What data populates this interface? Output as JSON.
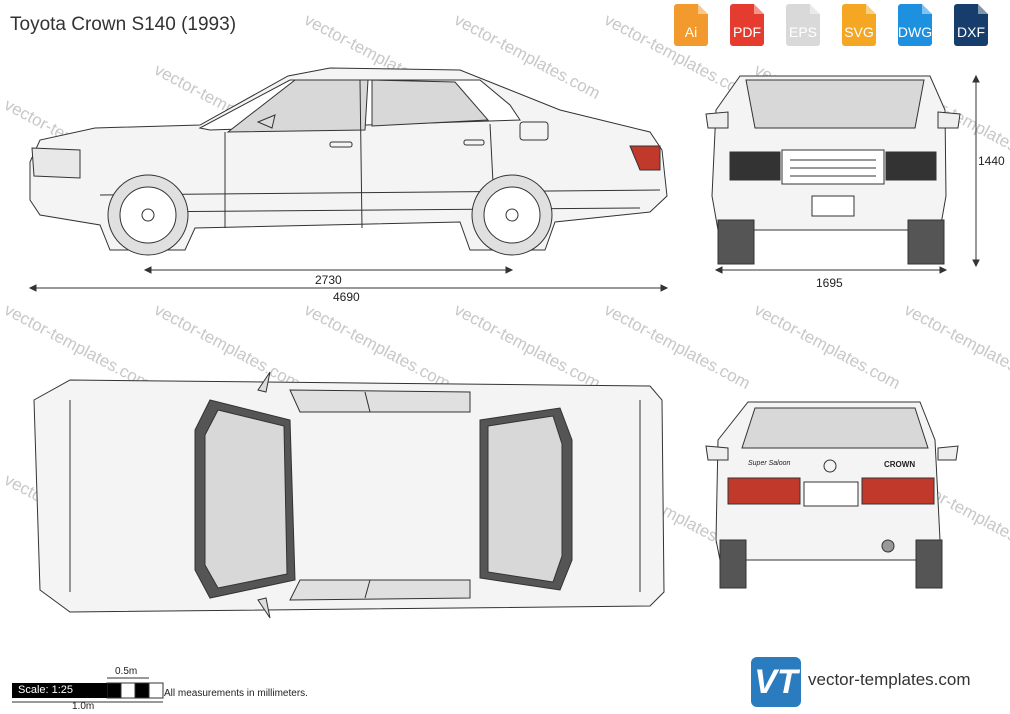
{
  "title": "Toyota Crown S140 (1993)",
  "formats": [
    {
      "label": "Ai",
      "color": "#f29a2e"
    },
    {
      "label": "PDF",
      "color": "#e63c2f"
    },
    {
      "label": "EPS",
      "color": "#d9d9d9"
    },
    {
      "label": "SVG",
      "color": "#f5a623"
    },
    {
      "label": "DWG",
      "color": "#1e90e0"
    },
    {
      "label": "DXF",
      "color": "#163d6b"
    }
  ],
  "dimensions": {
    "wheelbase": "2730",
    "length": "4690",
    "width": "1695",
    "height": "1440"
  },
  "scale": {
    "label": "Scale: 1:25",
    "half_meter": "0.5m",
    "one_meter": "1.0m"
  },
  "note": "All measurements in millimeters.",
  "watermark": "vector-templates.com",
  "brand": {
    "logo_text": "VT",
    "site": "vector-templates.com"
  },
  "rear_badges": {
    "model": "CROWN",
    "trim": "Super Saloon"
  }
}
